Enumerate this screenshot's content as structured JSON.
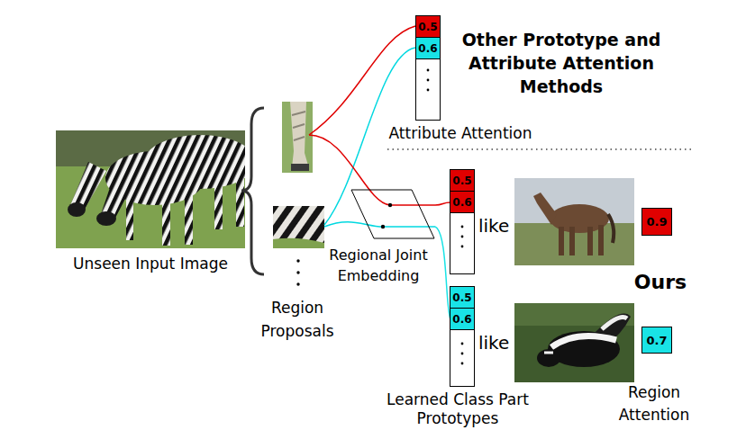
{
  "diagram": {
    "nodes": [
      {
        "text": [
          "Unseen Input Image"
        ]
      },
      {
        "text": [
          "Attribute Attention"
        ]
      },
      {
        "text": [
          "0.5"
        ],
        "in": 1
      },
      {
        "text": [
          "0.6"
        ],
        "in": 1
      },
      {
        "text": [
          "Regional Joint Embedding"
        ]
      },
      {
        "text": [
          "like"
        ]
      },
      {
        "text": [
          "0.5"
        ],
        "in": 5
      },
      {
        "text": [
          "0.6"
        ],
        "in": 5
      },
      {
        "text": [
          "0.9"
        ]
      },
      {
        "text": [
          "like"
        ]
      },
      {
        "text": [
          "0.5"
        ],
        "in": 9
      },
      {
        "text": [
          "0.6"
        ],
        "in": 9
      },
      {
        "text": [
          "0.7"
        ]
      }
    ],
    "edges": [
      {
        "from": 4,
        "to": 7,
        "arrow": "none"
      },
      {
        "from": 4,
        "to": 11,
        "arrow": "none"
      }
    ],
    "labels": [
      "Other Prototype and Attribute Attention Methods",
      "Region Proposals",
      "Ours",
      "Region Attention",
      "Learned Class Part Prototypes"
    ]
  }
}
